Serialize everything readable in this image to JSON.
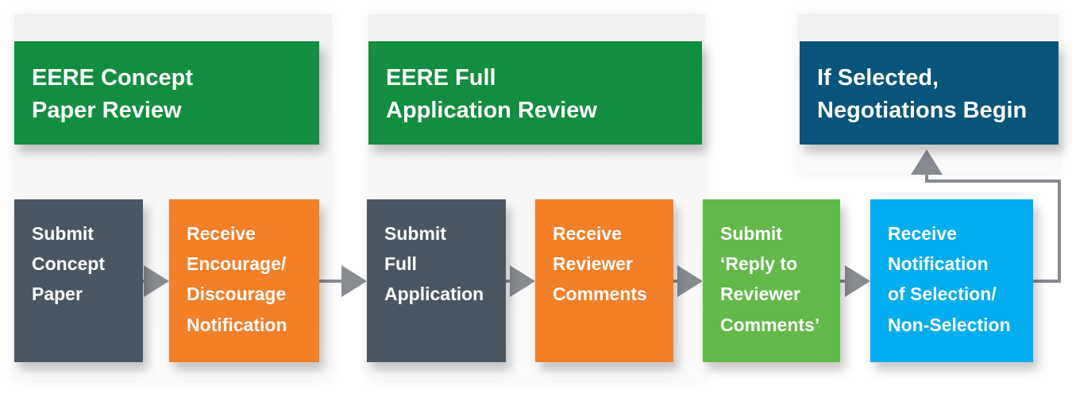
{
  "phases": [
    {
      "header": [
        "EERE Concept",
        "Paper Review"
      ],
      "steps": [
        {
          "lines": [
            "Submit",
            "Concept",
            "Paper"
          ],
          "color": "#4a5763"
        },
        {
          "lines": [
            "Receive",
            "Encourage/",
            "Discourage",
            "Notification"
          ],
          "color": "#f37f26"
        }
      ]
    },
    {
      "header": [
        "EERE Full",
        "Application Review"
      ],
      "steps": [
        {
          "lines": [
            "Submit",
            "Full",
            "Application"
          ],
          "color": "#4a5763"
        },
        {
          "lines": [
            "Receive",
            "Reviewer",
            "Comments"
          ],
          "color": "#f37f26"
        },
        {
          "lines": [
            "Submit",
            "‘Reply to",
            "Reviewer",
            "Comments’"
          ],
          "color": "#63b94a"
        },
        {
          "lines": [
            "Receive",
            "Notification",
            "of Selection/",
            "Non-Selection"
          ],
          "color": "#00adef"
        }
      ]
    },
    {
      "header": [
        "If Selected,",
        "Negotiations Begin"
      ],
      "steps": []
    }
  ],
  "colors": {
    "header_green": "#138d3f",
    "header_navy": "#08547a",
    "arrow": "#888c91"
  }
}
